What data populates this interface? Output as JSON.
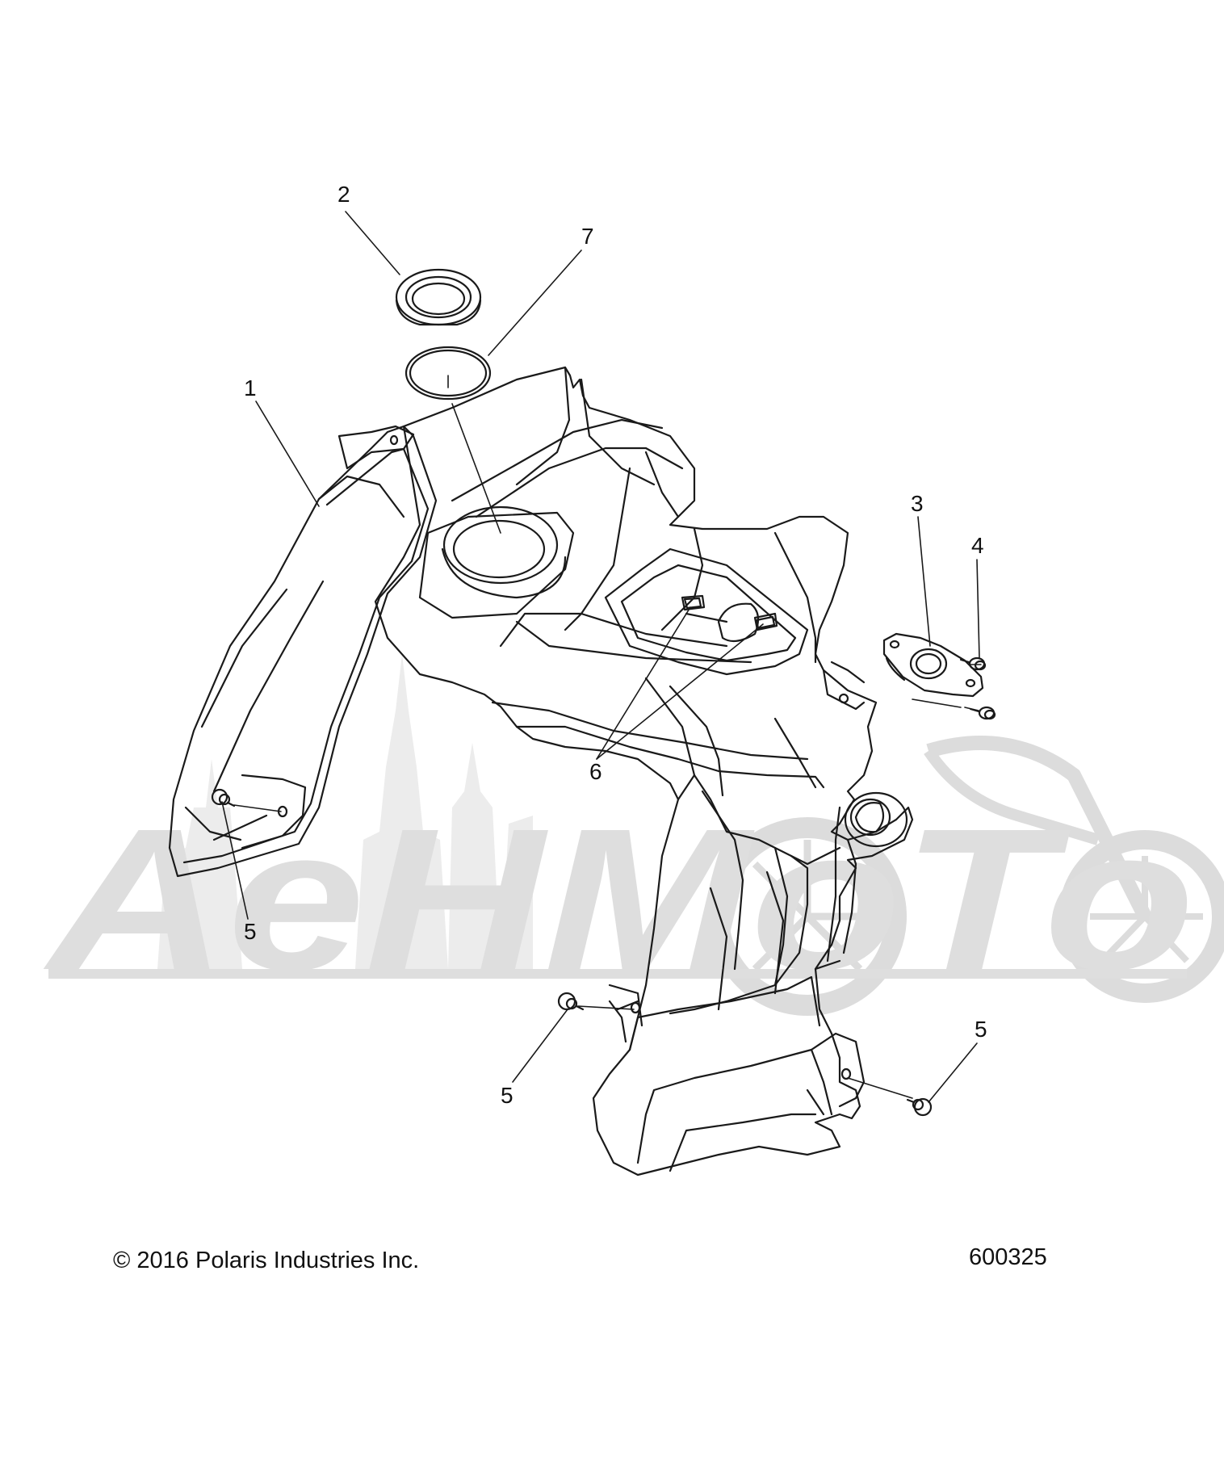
{
  "diagram": {
    "callouts": [
      {
        "id": "1",
        "label": "1"
      },
      {
        "id": "2",
        "label": "2"
      },
      {
        "id": "3",
        "label": "3"
      },
      {
        "id": "4",
        "label": "4"
      },
      {
        "id": "5a",
        "label": "5"
      },
      {
        "id": "5b",
        "label": "5"
      },
      {
        "id": "5c",
        "label": "5"
      },
      {
        "id": "6",
        "label": "6"
      },
      {
        "id": "7",
        "label": "7"
      }
    ],
    "watermark_text": "AeHMoTo"
  },
  "footer": {
    "copyright": "© 2016 Polaris Industries Inc.",
    "drawing_number": "600325"
  },
  "colors": {
    "line": "#1a1a1a",
    "watermark": "#d9d9d9",
    "background": "#ffffff"
  }
}
